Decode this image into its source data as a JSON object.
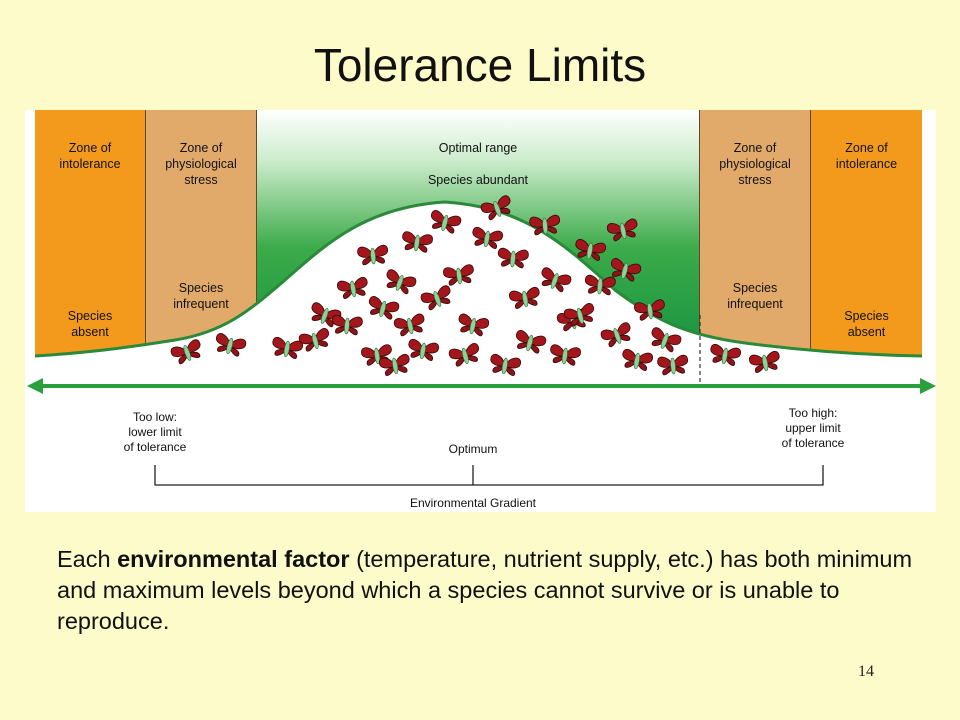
{
  "slide": {
    "title": "Tolerance Limits",
    "page_number": "14"
  },
  "diagram": {
    "zones": [
      {
        "id": "left-intolerance",
        "heading": "Zone of\nintolerance",
        "status": "Species\nabsent",
        "color": "#f39a1c"
      },
      {
        "id": "left-stress",
        "heading": "Zone of\nphysiological\nstress",
        "status": "Species\ninfrequent",
        "color": "#e2aa6a"
      },
      {
        "id": "optimal",
        "heading": "Optimal range",
        "status": "Species abundant",
        "color": "#159240"
      },
      {
        "id": "right-stress",
        "heading": "Zone of\nphysiological\nstress",
        "status": "Species\ninfrequent",
        "color": "#e2aa6a"
      },
      {
        "id": "right-intolerance",
        "heading": "Zone of\nintolerance",
        "status": "Species\nabsent",
        "color": "#f39a1c"
      }
    ],
    "axis": {
      "low_label": "Too low:\nlower limit\nof tolerance",
      "optimum_label": "Optimum",
      "high_label": "Too high:\nupper limit\nof tolerance",
      "gradient_label": "Environmental Gradient",
      "arrow_color": "#2aa03c"
    },
    "organism_icon": "butterfly-icon",
    "butterfly_color": "#a3161c"
  },
  "caption": {
    "prefix": "Each ",
    "bold": "environmental factor",
    "suffix": " (temperature, nutrient supply, etc.) has both minimum and maximum levels beyond which a species cannot survive or is unable to reproduce."
  }
}
